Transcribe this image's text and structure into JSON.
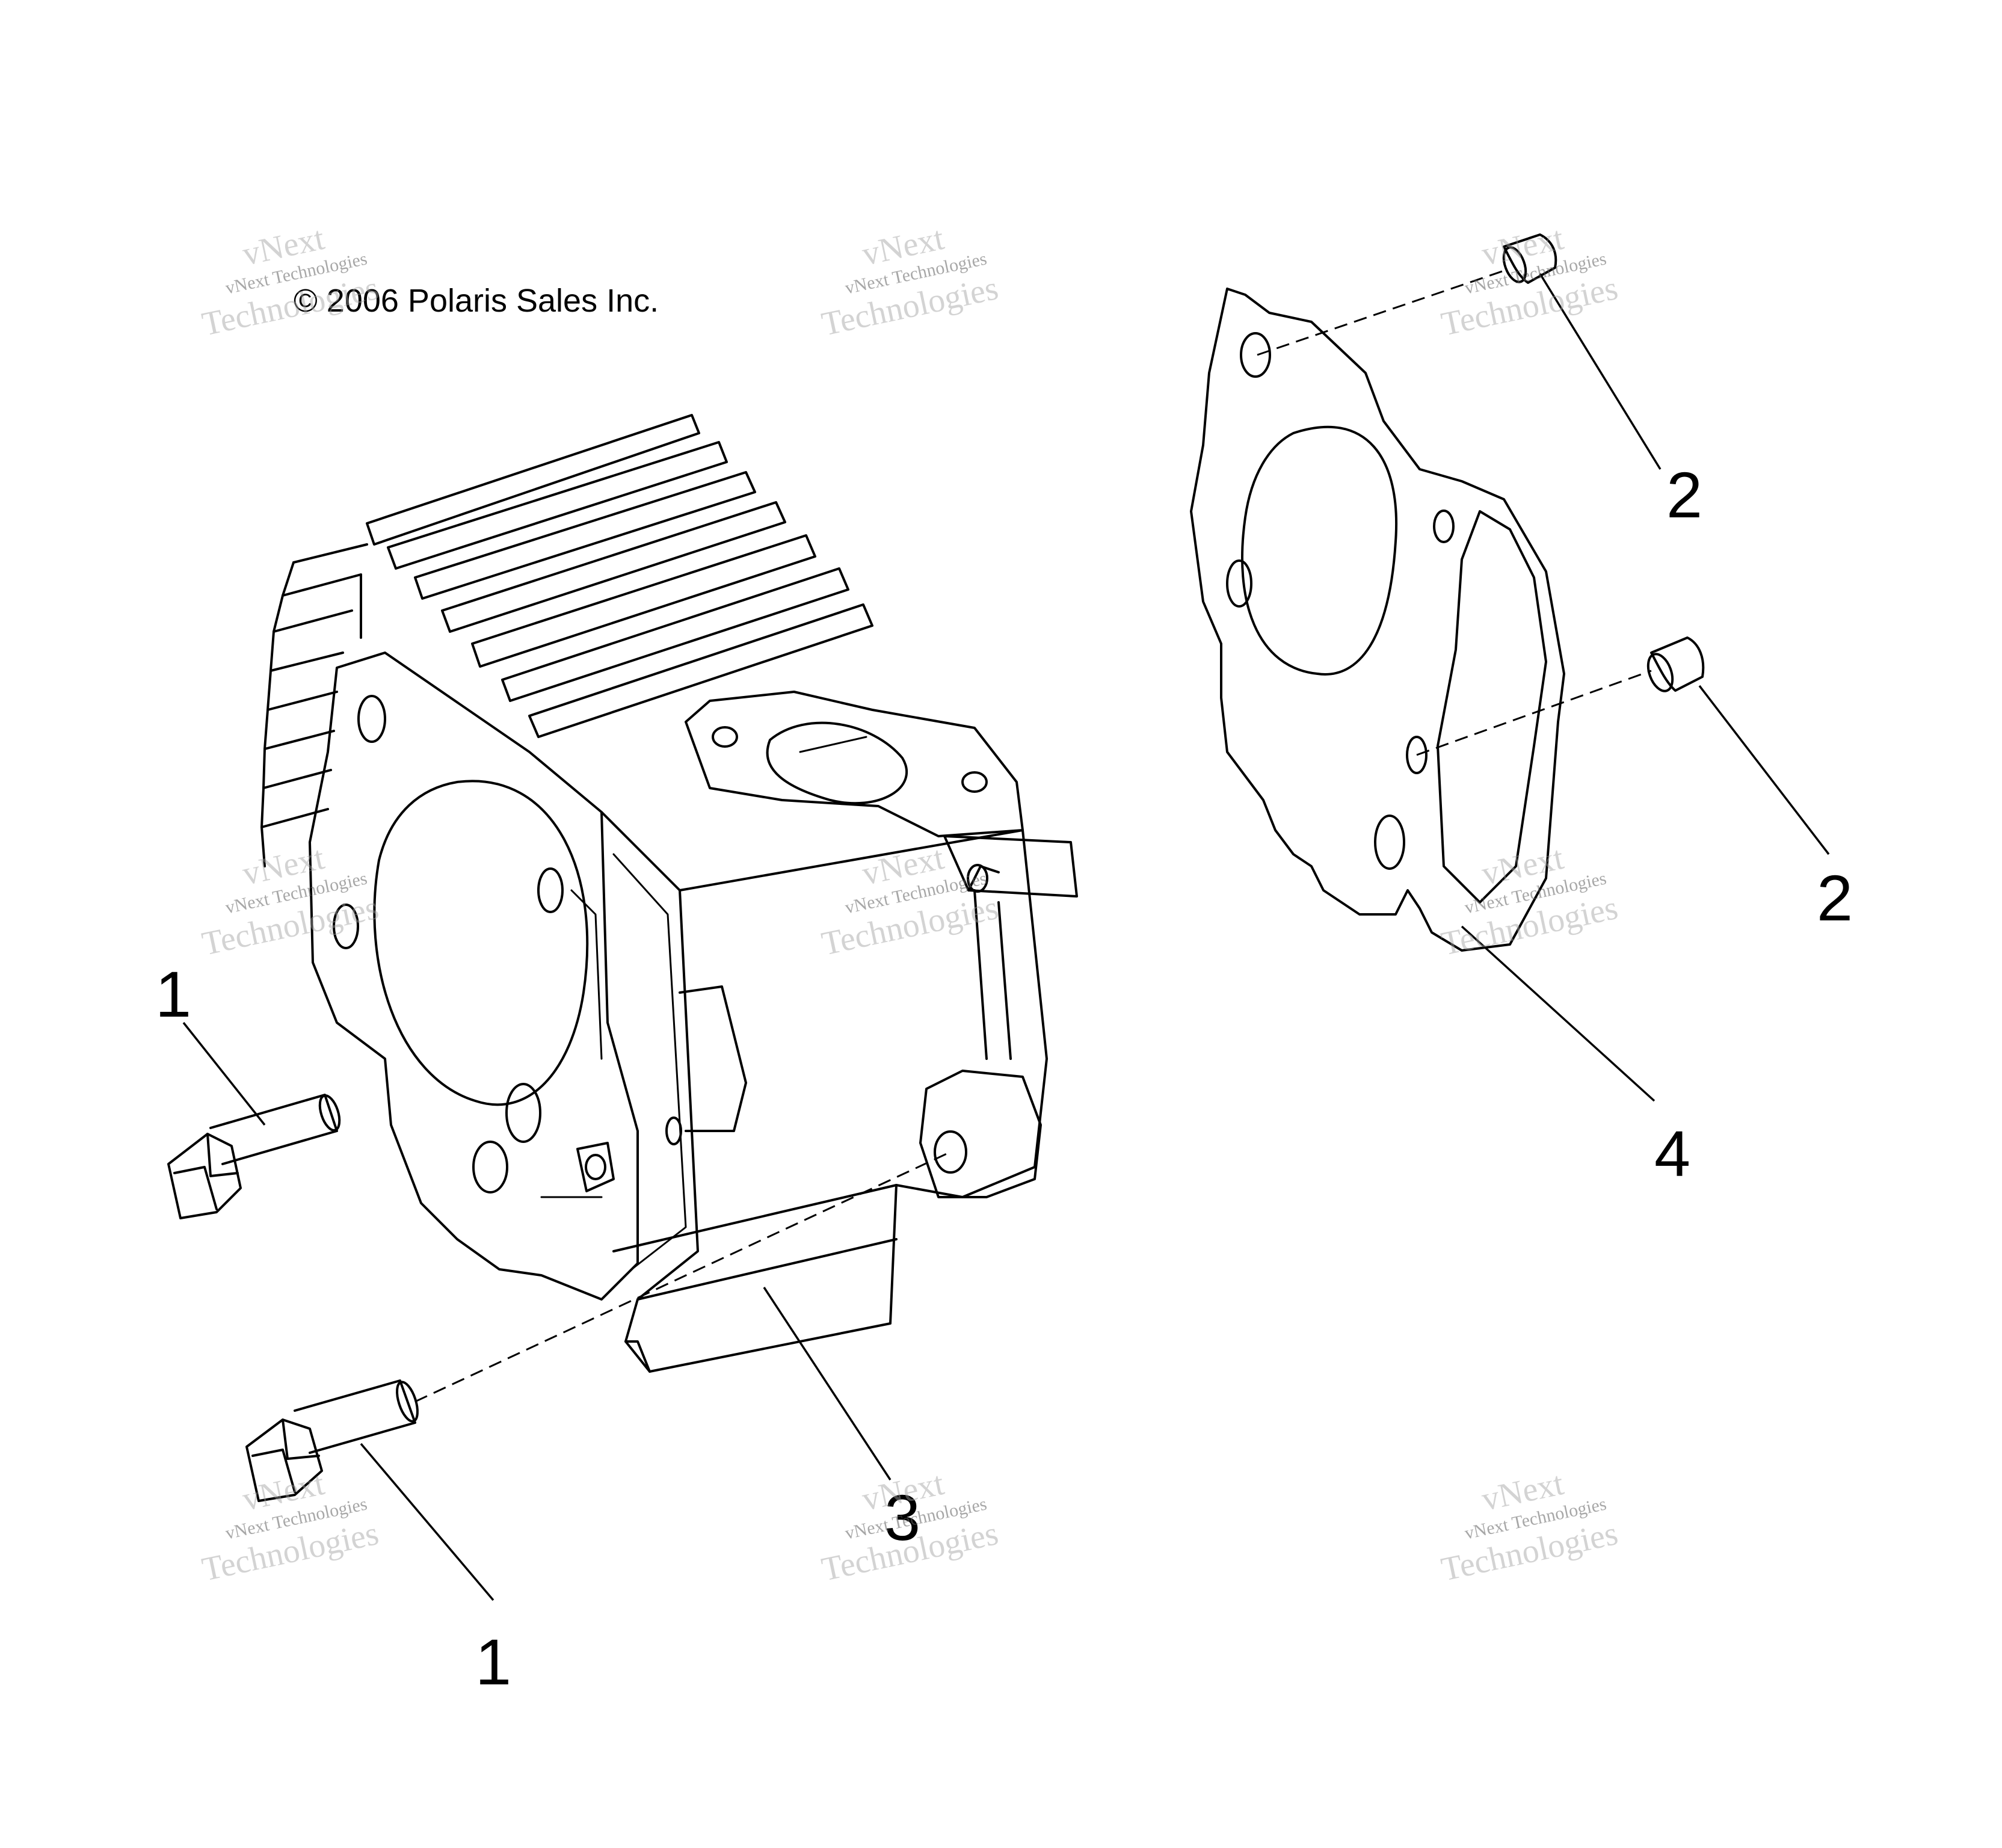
{
  "copyright": "© 2006 Polaris Sales Inc.",
  "callouts": [
    "1",
    "1",
    "2",
    "2",
    "3",
    "4"
  ],
  "watermark": {
    "line1": "vNext",
    "line2": "vNext Technologies",
    "line3": "Technologies"
  },
  "parts": [
    {
      "ref": "1",
      "name": "bolt-icon"
    },
    {
      "ref": "2",
      "name": "dowel-pin-icon"
    },
    {
      "ref": "3",
      "name": "cylinder-icon"
    },
    {
      "ref": "4",
      "name": "gasket-icon"
    }
  ]
}
